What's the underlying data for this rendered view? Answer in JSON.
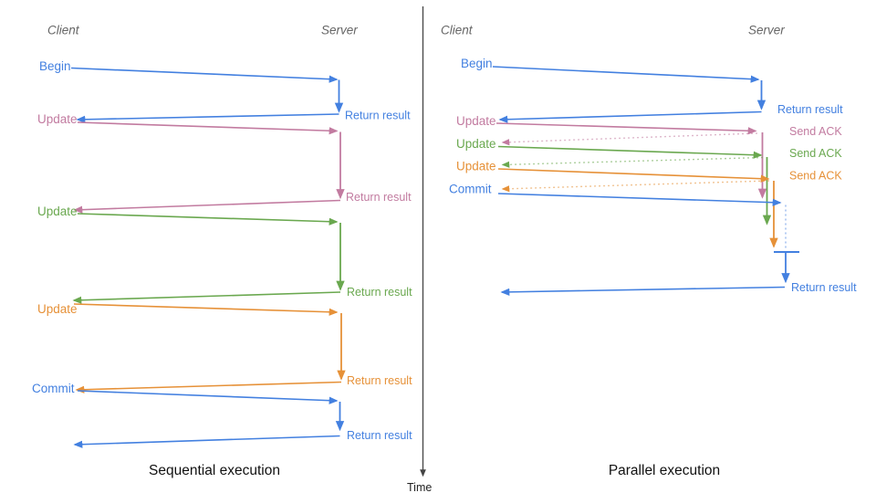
{
  "colors": {
    "blue": "#4380e0",
    "magenta": "#c27ba0",
    "green": "#6aa84f",
    "orange": "#e69138",
    "header": "#666666",
    "title": "#111111",
    "axis": "#444444"
  },
  "left_panel": {
    "client_header": "Client",
    "server_header": "Server",
    "title": "Sequential execution",
    "messages": [
      {
        "label": "Begin",
        "color": "blue",
        "response": "Return result"
      },
      {
        "label": "Update",
        "color": "magenta",
        "response": "Return result"
      },
      {
        "label": "Update",
        "color": "green",
        "response": "Return result"
      },
      {
        "label": "Update",
        "color": "orange",
        "response": "Return result"
      },
      {
        "label": "Commit",
        "color": "blue",
        "response": "Return result"
      }
    ]
  },
  "right_panel": {
    "client_header": "Client",
    "server_header": "Server",
    "title": "Parallel execution",
    "messages": [
      {
        "label": "Begin",
        "color": "blue",
        "response": "Return result"
      },
      {
        "label": "Update",
        "color": "magenta",
        "response": "Send ACK"
      },
      {
        "label": "Update",
        "color": "green",
        "response": "Send ACK"
      },
      {
        "label": "Update",
        "color": "orange",
        "response": "Send ACK"
      },
      {
        "label": "Commit",
        "color": "blue",
        "response": "Return result"
      }
    ]
  },
  "time_axis": {
    "label": "Time"
  }
}
